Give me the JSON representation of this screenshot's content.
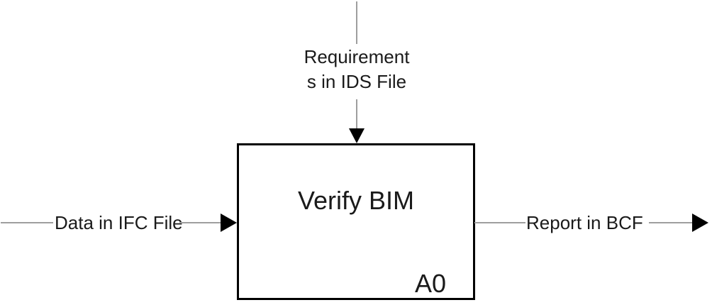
{
  "colors": {
    "background": "#ffffff",
    "line": "#9e9e9e",
    "arrow": "#000000",
    "border": "#000000",
    "text": "#1a1a1a"
  },
  "process_box": {
    "title": "Verify BIM",
    "node_id": "A0"
  },
  "arrows": {
    "control": {
      "role": "control",
      "direction": "down",
      "label_lines": [
        "Requirement",
        "s in IDS File"
      ]
    },
    "input": {
      "role": "input",
      "direction": "right",
      "label": "Data in IFC File"
    },
    "output": {
      "role": "output",
      "direction": "right",
      "label": "Report in BCF"
    }
  }
}
